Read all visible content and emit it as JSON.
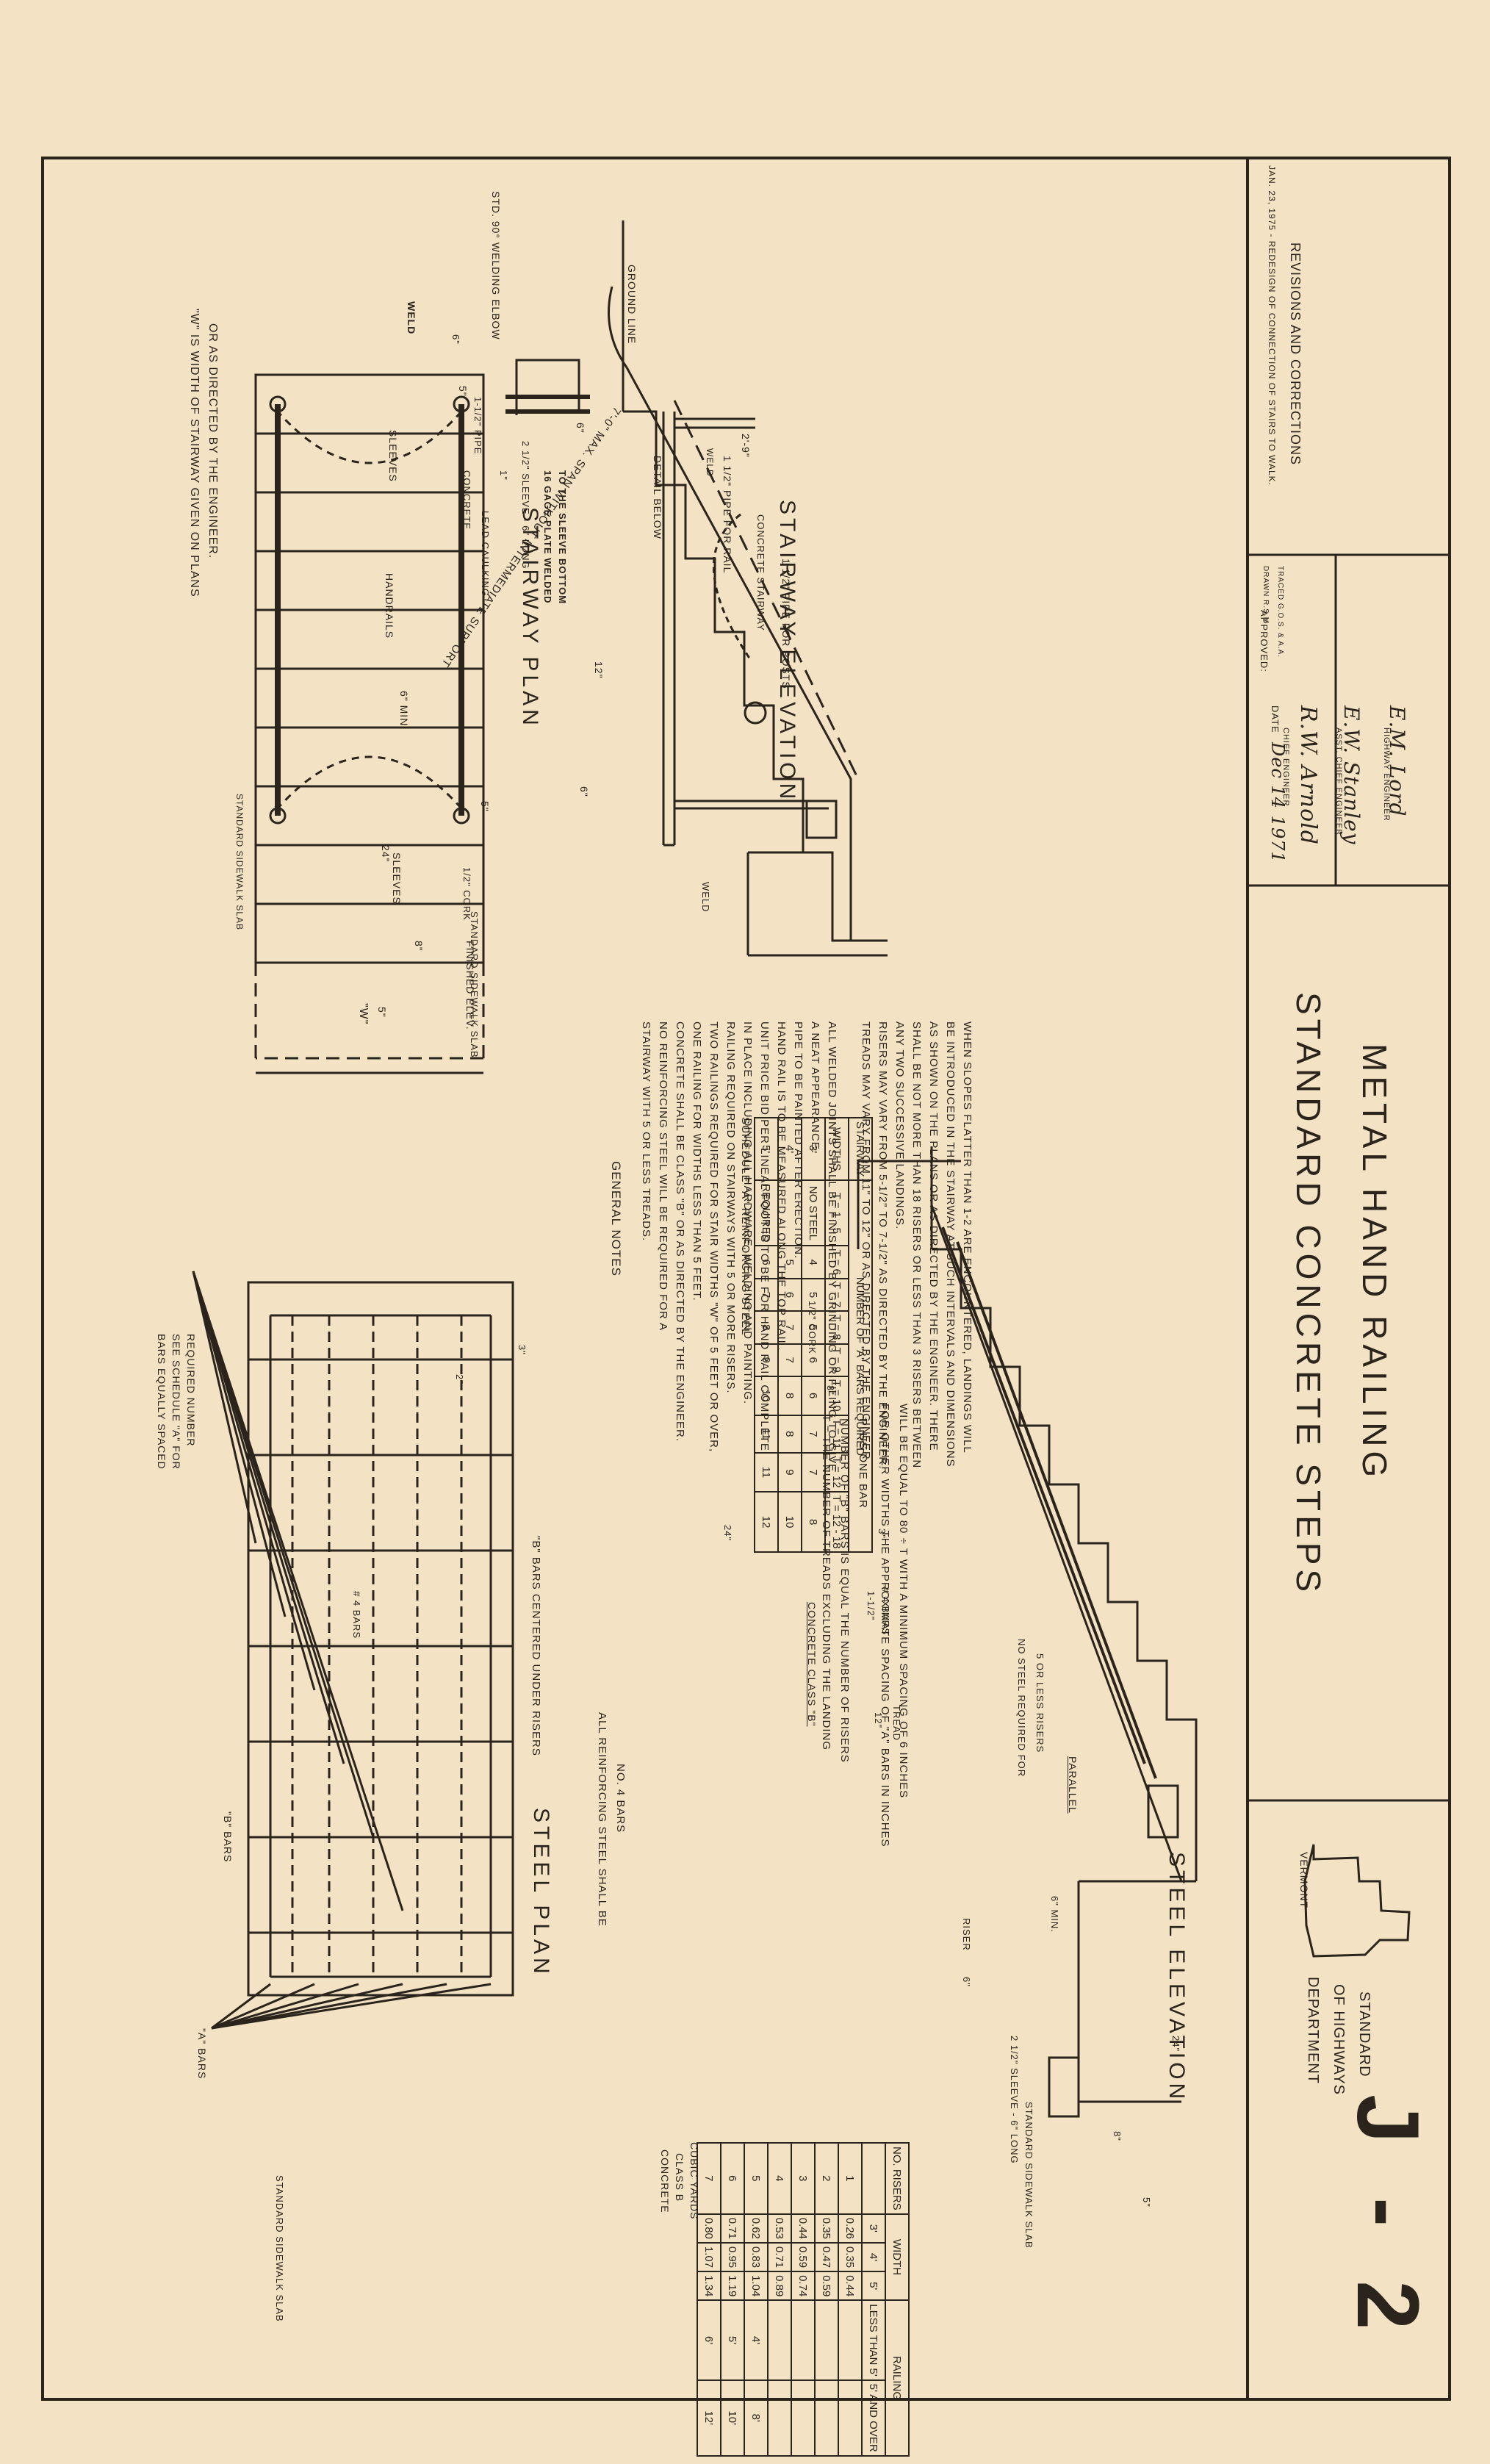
{
  "title_block": {
    "title_line1": "STANDARD CONCRETE STEPS",
    "title_line2": "METAL HAND RAILING",
    "revisions_heading": "REVISIONS AND CORRECTIONS",
    "revision_note": "JAN. 23, 1975 - REDESIGN OF CONNECTION OF STAIRS TO WALK.",
    "approved_label": "APPROVED:",
    "date_label": "DATE",
    "date_value": "Dec 14 1971",
    "signature_chief": "R.W. Arnold",
    "chief_engineer": "CHIEF ENGINEER",
    "signature_asst": "E.W. Stanley",
    "asst_chief_engineer": "ASST. CHIEF ENGINEER",
    "signature_hwy": "E.M. Lord",
    "highway_engineer": "HIGHWAY ENGINEER",
    "drawn": "DRAWN  R.S.M.",
    "traced": "TRACED  G.O.S. & A.A.",
    "agency_line1": "DEPARTMENT",
    "agency_line2": "OF HIGHWAYS",
    "agency_line3": "STANDARD",
    "state_name": "VERMONT",
    "sheet_number": "J - 2"
  },
  "stairway_plan": {
    "title": "STAIRWAY PLAN",
    "note_line1": "\"W\" IS WIDTH OF STAIRWAY GIVEN ON PLANS",
    "note_line2": "OR AS DIRECTED BY THE ENGINEER.",
    "sleeves_left": "SLEEVES",
    "handrails": "HANDRAILS",
    "sleeves_right": "SLEEVES",
    "dim_5_left": "5\"",
    "dim_5_right": "5\"",
    "sidewalk_slab": "STANDARD SIDEWALK SLAB",
    "width_label": "\"W\""
  },
  "stairway_elevation": {
    "title": "STAIRWAY ELEVATION",
    "welding_elbow": "STD. 90° WELDING ELBOW",
    "max_span": "7'-0\" MAX. SPAN WITHOUT INTERMEDIATE SUPPORT",
    "ground_line": "GROUND LINE",
    "pipe_rail": "1 1/2\" PIPE FOR RAIL",
    "pipe_posts": "1 1/2\" PIPE FOR POSTS",
    "concrete_stairway": "CONCRETE STAIRWAY",
    "detail_below": "DETAIL BELOW",
    "weld": "WELD",
    "weld_detail": "WELD",
    "weld_circle": "WELD",
    "dim_2_9": "2'-9\"",
    "dim_6_min": "6\" MIN.",
    "dim_12": "12\"",
    "dim_6_riser": "6\"",
    "dim_24": "24\"",
    "dim_8": "8\"",
    "dim_5": "5\"",
    "dim_6_elbow": "6\"",
    "cork": "1/2\" CORK",
    "finished_elev": "FINISHED ELEV.",
    "sidewalk_slab": "STANDARD SIDEWALK SLAB",
    "pipe_1_5": "1-1/2\" PIPE",
    "concrete": "CONCRETE",
    "lead_caulking": "LEAD CAULKING",
    "sleeve": "2 1/2\" SLEEVE - 6\" LONG",
    "gage_plate_1": "16 GAGE PLATE WELDED",
    "gage_plate_2": "TO THE SLEEVE BOTTOM",
    "dim_6_detail": "6\"",
    "dim_1_detail": "1\""
  },
  "general_notes": {
    "heading": "GENERAL NOTES",
    "lines": [
      "WHEN SLOPES FLATTER THAN 1-2 ARE ENCOUNTERED, LANDINGS WILL",
      "BE INTRODUCED IN THE STAIRWAY AT SUCH INTERVALS AND DIMENSIONS",
      "AS SHOWN ON THE PLANS OR AS DIRECTED BY THE ENGINEER. THERE",
      "SHALL BE NOT MORE THAN 18 RISERS OR LESS THAN 3 RISERS BETWEEN",
      "ANY TWO SUCCESSIVE LANDINGS.",
      "RISERS MAY VARY FROM 5-1/2\" TO 7-1/2\" AS DIRECTED BY THE ENGINEER.",
      "TREADS MAY VARY FROM 11\" TO 12\" OR AS DIRECTED BY THE ENGINEER.",
      "",
      "ALL WELDED JOINTS SHALL BE FINISHED BY GRINDING OR FILING TO GIVE",
      "A NEAT APPEARANCE.",
      "PIPE TO BE PAINTED AFTER ERECTION.",
      "HAND RAIL IS TO BE MEASURED ALONG THE TOP RAIL.",
      "UNIT PRICE BID PER LINEAL FOOT IS TO BE FOR HAND RAIL COMPLETE",
      "IN PLACE INCLUDING ALL HARDWARE, WELDING AND PAINTING.",
      "RAILING REQUIRED ON STAIRWAYS WITH 5 OR MORE RISERS.",
      "TWO RAILINGS REQUIRED FOR STAIR WIDTHS \"W\" OF 5 FEET OR OVER,",
      "ONE RAILING FOR WIDTHS LESS THAN 5 FEET.",
      "CONCRETE SHALL BE CLASS \"B\" OR AS DIRECTED BY THE ENGINEER.",
      "NO REINFORCING STEEL WILL BE REQUIRED FOR A",
      "STAIRWAY WITH 5 OR LESS TREADS."
    ]
  },
  "schedule_a": {
    "title": "SCHEDULE \"A\" REINFORCING STEEL",
    "col_stairway": "STAIRWAY",
    "col_widths": "WIDTHS",
    "col_header": "NUMBER OF \"A\" BARS REQUIRED",
    "t_cols": [
      "T = 1 - 5",
      "T = 6",
      "T = 7",
      "T = 8",
      "T = 9",
      "T = 10",
      "T = 11",
      "T = 12",
      "T = 12 - 18"
    ],
    "rows": [
      {
        "w": "3'",
        "v": [
          "NO STEEL",
          "4",
          "5",
          "5",
          "6",
          "6",
          "7",
          "7",
          "8"
        ]
      },
      {
        "w": "4'",
        "v": [
          "",
          "5",
          "6",
          "7",
          "7",
          "8",
          "8",
          "9",
          "10"
        ]
      },
      {
        "w": "5'",
        "v": [
          "REQUIRED",
          "6",
          "7",
          "8",
          "9",
          "10",
          "11",
          "11",
          "12"
        ]
      }
    ],
    "note1": "T = THE NUMBER OF TREADS EXCLUDING THE LANDING",
    "note2": "NUMBER OF \"B\" BARS IS EQUAL THE NUMBER OF RISERS",
    "note3": "PLUS ONE BAR",
    "note4": "FOR OTHER WIDTHS THE APPROXIMATE SPACING OF \"A\" BARS IN INCHES",
    "note5": "WILL BE EQUAL TO 80 ÷ T WITH A MINIMUM SPACING OF 6 INCHES"
  },
  "steel_plan": {
    "title": "STEEL PLAN",
    "bars_equally_1": "BARS EQUALLY SPACED",
    "bars_equally_2": "SEE SCHEDULE \"A\" FOR",
    "bars_equally_3": "REQUIRED NUMBER",
    "b_bars": "\"B\" BARS",
    "a_bars": "\"A\" BARS",
    "no4_bars": "# 4 BARS",
    "b_bars_centered": "\"B\" BARS CENTERED UNDER RISERS",
    "all_reinforcing_1": "ALL REINFORCING STEEL SHALL BE",
    "all_reinforcing_2": "NO. 4 BARS",
    "sidewalk_slab": "STANDARD SIDEWALK SLAB",
    "dim_3": "3\"",
    "dim_2": "2\""
  },
  "steel_elevation": {
    "title": "STEEL ELEVATION",
    "cork": "1/2\" CORK",
    "concrete_class_b": "CONCRETE CLASS \"B\"",
    "no4_bars": "# 4 BARS",
    "tread": "TREAD",
    "dim_12": "12\"",
    "riser": "RISER",
    "dim_6": "6\"",
    "dim_6_min": "6\" MIN.",
    "parallel": "PARALLEL",
    "no_steel_1": "NO STEEL REQUIRED FOR",
    "no_steel_2": "5 OR LESS RISERS",
    "sleeve": "2 1/2\" SLEEVE - 6\" LONG",
    "sidewalk_slab": "STANDARD SIDEWALK SLAB",
    "dim_24a": "24\"",
    "dim_24b": "24\"",
    "dim_8a": "8\"",
    "dim_8b": "8\"",
    "dim_3": "3\"",
    "dim_1_5": "1-1/2\"",
    "dim_5": "5\""
  },
  "concrete_table": {
    "title1": "CONCRETE",
    "title2": "CLASS B",
    "title3": "CUBIC YARDS",
    "col_no": "NO.",
    "col_risers": "RISERS",
    "col_width": "WIDTH",
    "widths": [
      "3'",
      "4'",
      "5'"
    ],
    "col_railing": "RAILING",
    "col_less": "LESS THAN 5'",
    "col_over": "5' AND OVER",
    "rows": [
      {
        "n": "1",
        "a": "0.26",
        "b": "0.35",
        "c": "0.44",
        "r1": "",
        "r2": ""
      },
      {
        "n": "2",
        "a": "0.35",
        "b": "0.47",
        "c": "0.59",
        "r1": "",
        "r2": ""
      },
      {
        "n": "3",
        "a": "0.44",
        "b": "0.59",
        "c": "0.74",
        "r1": "",
        "r2": ""
      },
      {
        "n": "4",
        "a": "0.53",
        "b": "0.71",
        "c": "0.89",
        "r1": "",
        "r2": ""
      },
      {
        "n": "5",
        "a": "0.62",
        "b": "0.83",
        "c": "1.04",
        "r1": "4'",
        "r2": "8'"
      },
      {
        "n": "6",
        "a": "0.71",
        "b": "0.95",
        "c": "1.19",
        "r1": "5'",
        "r2": "10'"
      },
      {
        "n": "7",
        "a": "0.80",
        "b": "1.07",
        "c": "1.34",
        "r1": "6'",
        "r2": "12'"
      }
    ]
  }
}
